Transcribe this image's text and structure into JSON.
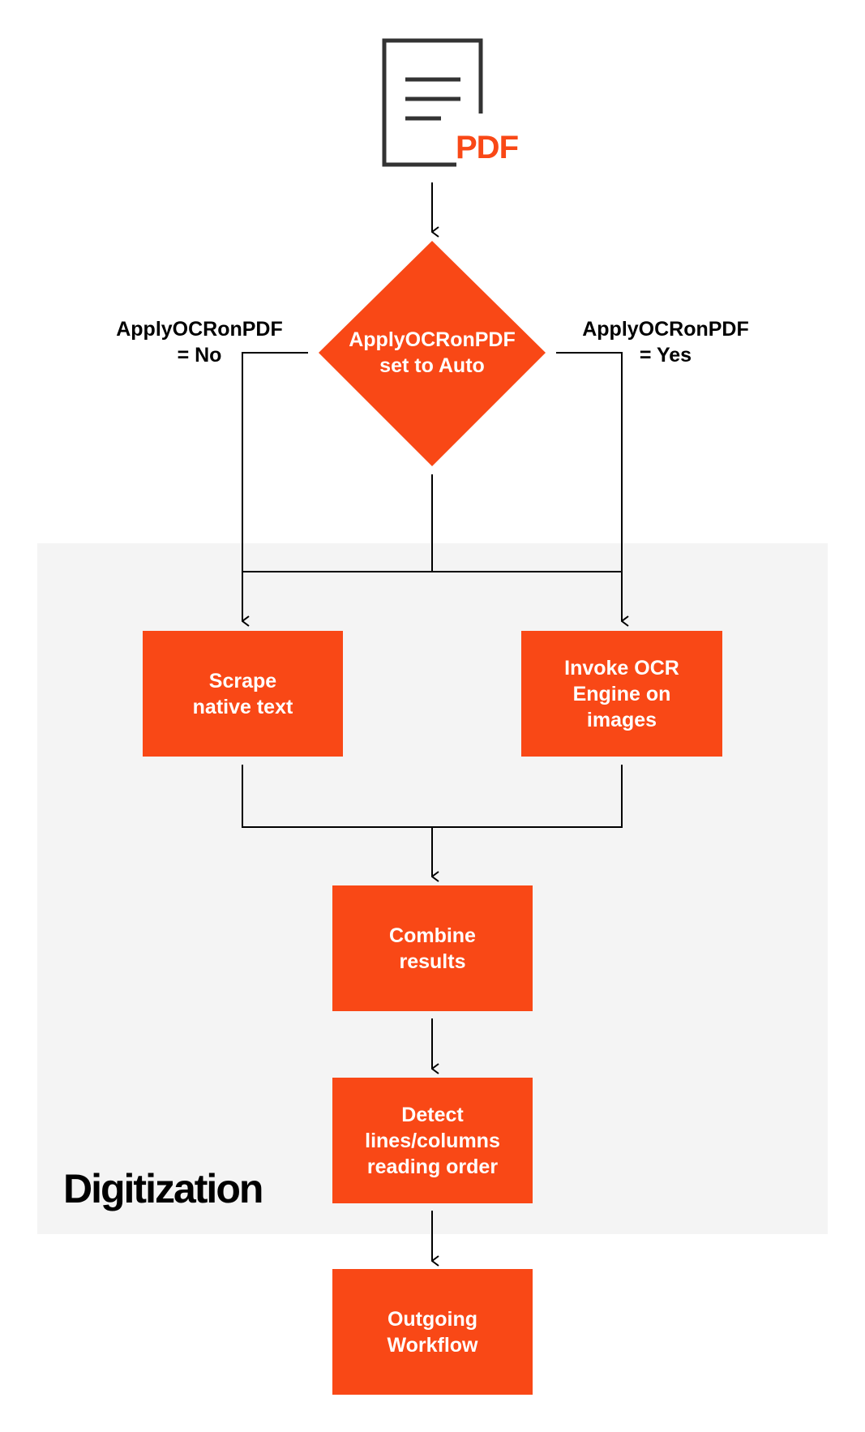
{
  "colors": {
    "accent": "#f94816",
    "region_bg": "#f4f4f4",
    "line": "#000000",
    "doc_icon": "#333333"
  },
  "document": {
    "icon": "document-icon",
    "label": "PDF"
  },
  "decision": {
    "label": "ApplyOCRonPDF\nset to Auto"
  },
  "branches": {
    "no_label": "ApplyOCRonPDF\n= No",
    "yes_label": "ApplyOCRonPDF\n= Yes"
  },
  "region": {
    "title": "Digitization"
  },
  "nodes": {
    "scrape": "Scrape\nnative text",
    "ocr": "Invoke OCR\nEngine on\nimages",
    "combine": "Combine\nresults",
    "detect": "Detect\nlines/columns\nreading order",
    "outgoing": "Outgoing\nWorkflow"
  }
}
